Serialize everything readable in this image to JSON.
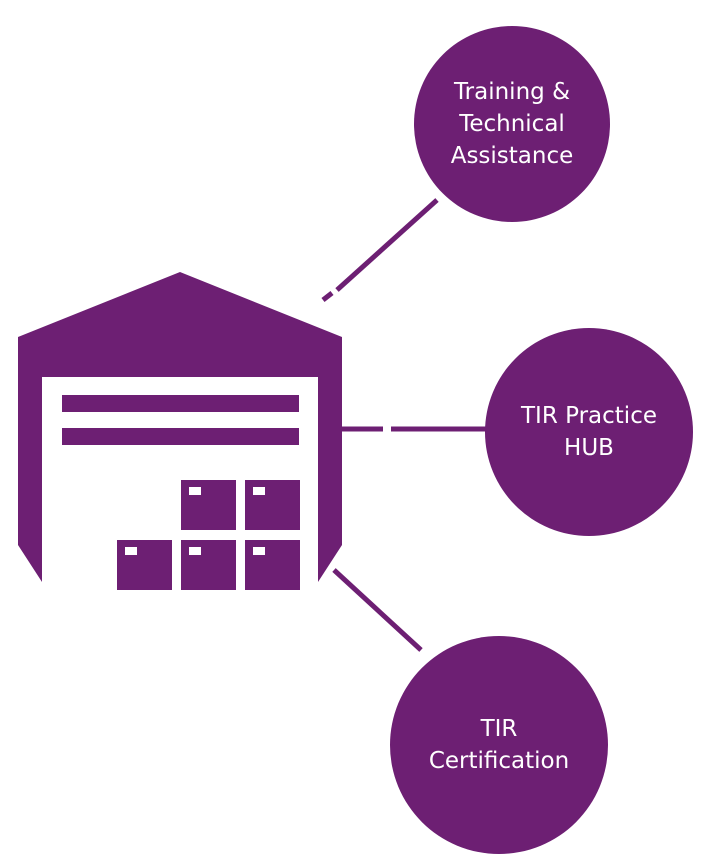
{
  "colors": {
    "primary": "#6d1f73",
    "background": "#ffffff",
    "label_text": "#ffffff"
  },
  "center": {
    "icon": "warehouse-icon"
  },
  "nodes": [
    {
      "id": "training",
      "label": "Training &\nTechnical\nAssistance"
    },
    {
      "id": "hub",
      "label": "TIR Practice\nHUB"
    },
    {
      "id": "certification",
      "label": "TIR\nCertification"
    }
  ]
}
